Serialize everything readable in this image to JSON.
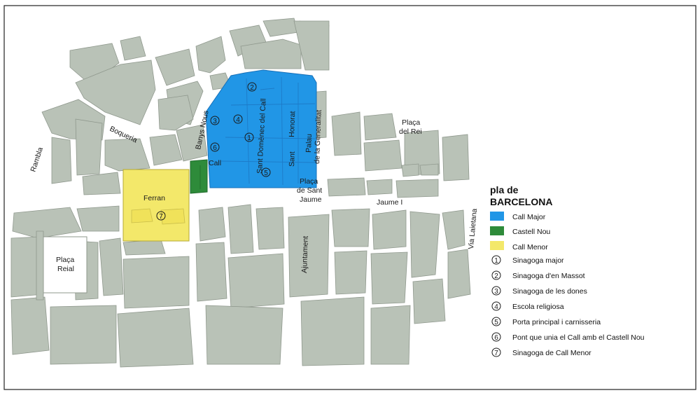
{
  "map": {
    "streets": {
      "rambla": "Rambla",
      "boqueria": "Boqueria",
      "banys_nous": "Banys Nous",
      "call": "Call",
      "ferran": "Ferran",
      "placa_reial_line1": "Plaça",
      "placa_reial_line2": "Reial",
      "sant_domenec": "Sant Domènec del Call",
      "sant_honorat_1": "Honorat",
      "sant_honorat_2": "Sant",
      "palau_1": "Palau",
      "palau_2": "de la Generalitat",
      "placa_rei_line1": "Plaça",
      "placa_rei_line2": "del Rei",
      "placa_sant_jaume_line1": "Plaça",
      "placa_sant_jaume_line2": "de Sant",
      "placa_sant_jaume_line3": "Jaume",
      "jaume_i": "Jaume I",
      "ajuntament": "Ajuntament",
      "via_laietana": "Via Laietana"
    },
    "markers": [
      "2",
      "3",
      "4",
      "1",
      "6",
      "5",
      "7"
    ]
  },
  "legend": {
    "title_line1": "pla de",
    "title_line2": "BARCELONA",
    "zones": [
      {
        "label": "Call Major",
        "color": "#2196e6"
      },
      {
        "label": "Castell Nou",
        "color": "#2e8b3a"
      },
      {
        "label": "Call Menor",
        "color": "#f3e86a"
      }
    ],
    "items": [
      {
        "num": "1",
        "label": "Sinagoga major"
      },
      {
        "num": "2",
        "label": "Sinagoga d'en Massot"
      },
      {
        "num": "3",
        "label": "Sinagoga de les dones"
      },
      {
        "num": "4",
        "label": "Escola religiosa"
      },
      {
        "num": "5",
        "label": "Porta principal i carnisseria"
      },
      {
        "num": "6",
        "label": "Pont que unia el Call amb el Castell Nou"
      },
      {
        "num": "7",
        "label": "Sinagoga de Call Menor"
      }
    ]
  }
}
